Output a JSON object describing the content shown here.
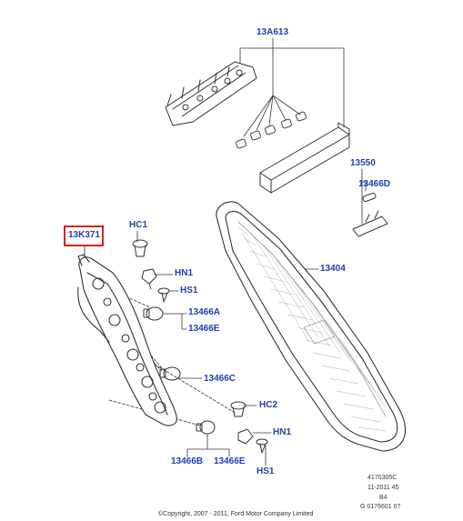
{
  "colors": {
    "label": "#1f3fae",
    "highlight": "#e0201e",
    "line": "#333333"
  },
  "parts": {
    "p13A613": "13A613",
    "p13550": "13550",
    "p13466D": "13466D",
    "p13K371": "13K371",
    "pHC1": "HC1",
    "pHN1_top": "HN1",
    "pHS1_top": "HS1",
    "p13466A": "13466A",
    "p13466E_top": "13466E",
    "p13466C": "13466C",
    "p13404": "13404",
    "pHC2": "HC2",
    "pHN1_bottom": "HN1",
    "pHS1_bottom": "HS1",
    "p13466B": "13466B",
    "p13466E_bottom": "13466E"
  },
  "highlighted_part": "13K371",
  "footer": {
    "code1": "4170305C",
    "code2": "11-2011 45",
    "code3": "B4",
    "code4": "G 0176601 07",
    "copyright": "©Copyright, 2007 - 2011, Ford Motor Company Limited"
  }
}
